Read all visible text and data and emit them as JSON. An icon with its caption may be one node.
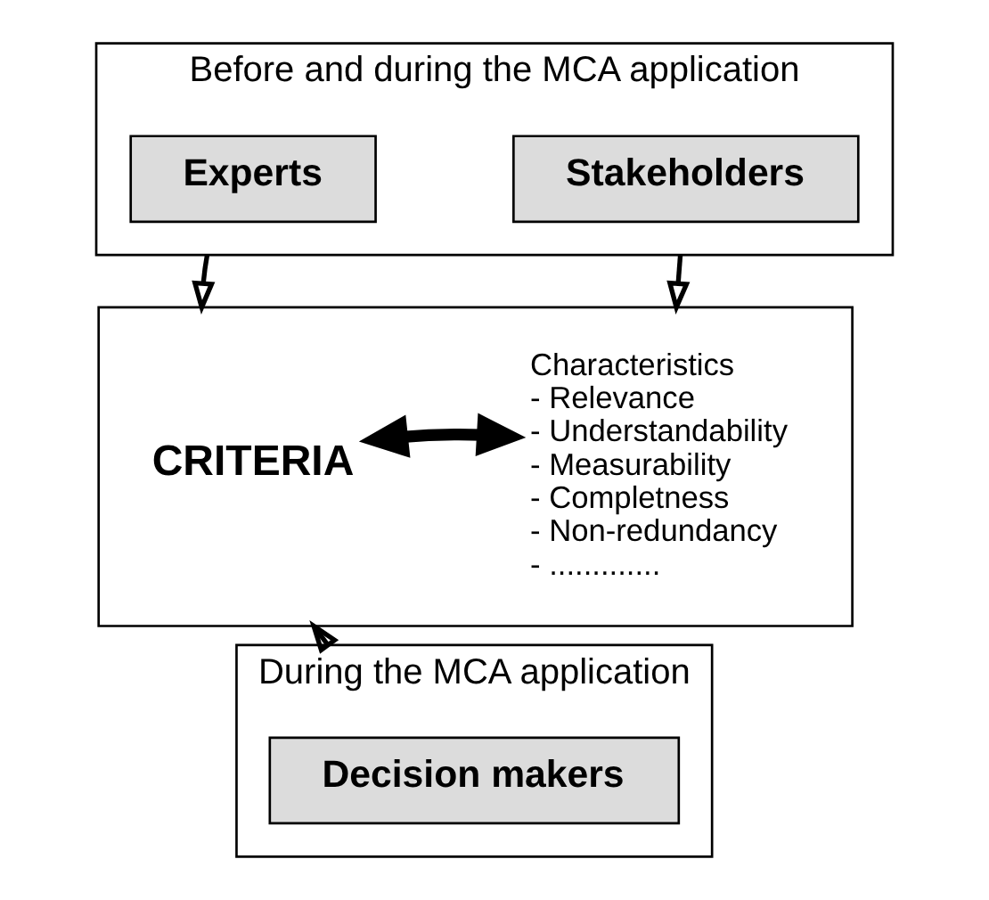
{
  "diagram": {
    "nodes": [
      {
        "text": [
          "Before and during the MCA application"
        ]
      },
      {
        "text": [
          "Experts"
        ],
        "in": 0
      },
      {
        "text": [
          "Stakeholders"
        ],
        "in": 0
      },
      {
        "text": [],
        "shape": "box"
      },
      {
        "text": [
          "CRITERIA"
        ],
        "in": 3
      },
      {
        "text": [
          "Characteristics",
          "- Relevance",
          "- Understandability",
          "- Measurability",
          "- Completness",
          "- Non-redundancy",
          "- ............."
        ],
        "in": 3
      },
      {
        "text": [
          "During the MCA application"
        ]
      },
      {
        "text": [
          "Decision makers"
        ],
        "in": 6
      }
    ],
    "edges": [
      {
        "from": 1,
        "to": 4,
        "arrow": "to"
      },
      {
        "from": 2,
        "to": 5,
        "arrow": "to"
      },
      {
        "from": 7,
        "to": 4,
        "arrow": "to"
      },
      {
        "from": 4,
        "to": 5,
        "arrow": "both",
        "style": "thick"
      }
    ]
  }
}
